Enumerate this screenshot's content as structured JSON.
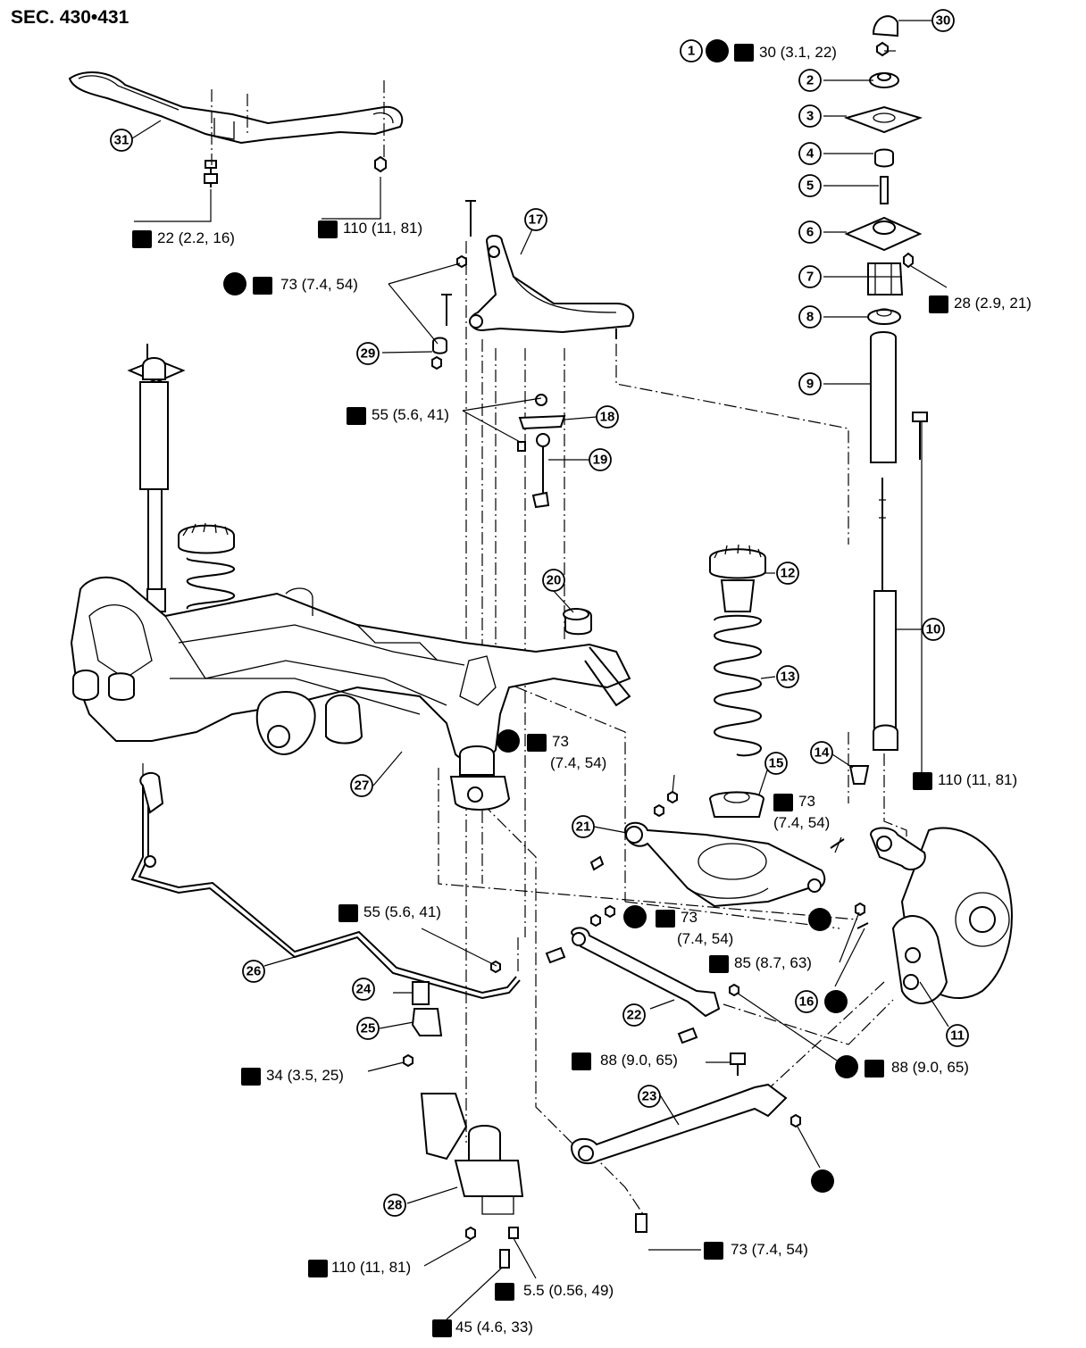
{
  "section_title": "SEC. 430•431",
  "callouts": [
    "1",
    "2",
    "3",
    "4",
    "5",
    "6",
    "7",
    "8",
    "9",
    "10",
    "11",
    "12",
    "13",
    "14",
    "15",
    "16",
    "17",
    "18",
    "19",
    "20",
    "21",
    "22",
    "23",
    "24",
    "25",
    "26",
    "27",
    "28",
    "29",
    "30",
    "31"
  ],
  "torque_specs": {
    "t1": "30 (3.1, 22)",
    "t22": "22 (2.2, 16)",
    "t110a": "110 (11, 81)",
    "t73a": "73 (7.4, 54)",
    "t28": "28 (2.9, 21)",
    "t55a": "55 (5.6, 41)",
    "t73b_l1": "73",
    "t73b_l2": "(7.4, 54)",
    "t110b": "110 (11, 81)",
    "t73c_l1": "73",
    "t73c_l2": "(7.4, 54)",
    "t55b": "55 (5.6, 41)",
    "t73d_l1": "73",
    "t73d_l2": "(7.4, 54)",
    "t85": "85 (8.7, 63)",
    "t34": "34 (3.5, 25)",
    "t88a": "88 (9.0, 65)",
    "t88b": "88 (9.0, 65)",
    "t110c": "110 (11, 81)",
    "t73e": "73 (7.4, 54)",
    "t55c": "5.5 (0.56, 49)",
    "t45": "45 (4.6, 33)"
  },
  "icons": [
    "torque-wrench-icon",
    "never-reuse-icon"
  ]
}
